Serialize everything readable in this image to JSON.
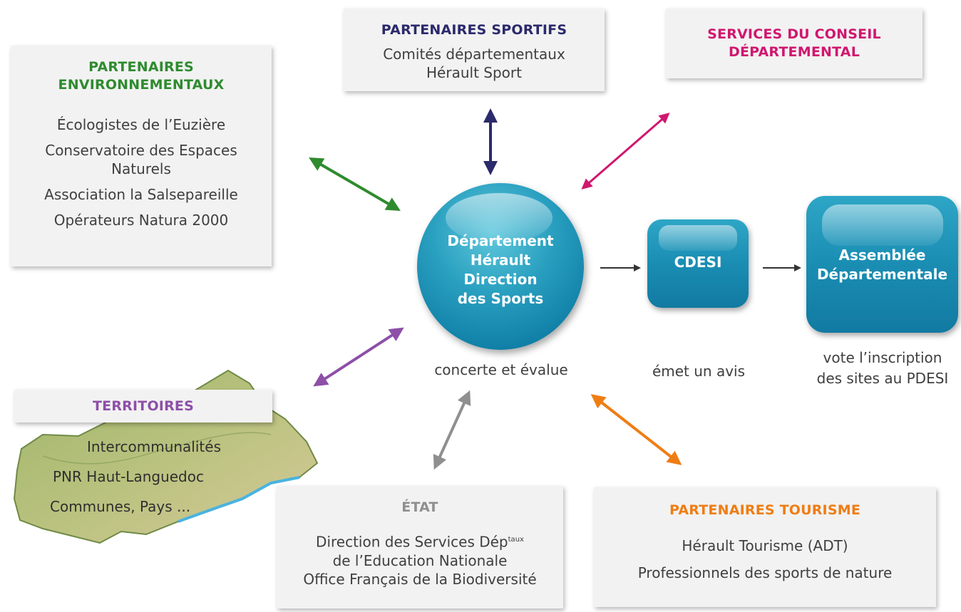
{
  "colors": {
    "environment": "#2e8b2e",
    "sport": "#2b2a6b",
    "council": "#d0176f",
    "territories": "#8e4fa8",
    "state": "#8f8f8f",
    "tourism": "#ef7d14",
    "center_blue": "#1a8db3"
  },
  "environment": {
    "title": [
      "PARTENAIRES",
      "ENVIRONNEMENTAUX"
    ],
    "items": [
      "Écologistes de l’Euzière",
      "Conservatoire des Espaces",
      "Naturels",
      "Association la Salsepareille",
      "Opérateurs Natura 2000"
    ]
  },
  "sport": {
    "title": "PARTENAIRES SPORTIFS",
    "items": [
      "Comités départementaux",
      "Hérault Sport"
    ]
  },
  "council": {
    "title": [
      "SERVICES DU CONSEIL",
      "DÉPARTEMENTAL"
    ]
  },
  "center": {
    "label": [
      "Département",
      "Hérault",
      "Direction",
      "des Sports"
    ],
    "caption": "concerte et évalue"
  },
  "cdesi": {
    "label": "CDESI",
    "caption": "émet un avis"
  },
  "assembly": {
    "label": [
      "Assemblée",
      "Départementale"
    ],
    "caption": [
      "vote l’inscription",
      "des sites au PDESI"
    ]
  },
  "territories": {
    "title": "TERRITOIRES",
    "items": [
      "Intercommunalités",
      "PNR Haut-Languedoc",
      "Communes, Pays ..."
    ]
  },
  "state": {
    "title": "ÉTAT",
    "items": [
      "Direction des Services Dép",
      "taux",
      "de l’Education Nationale",
      "Office Français de la Biodiversité"
    ]
  },
  "tourism": {
    "title": "PARTENAIRES TOURISME",
    "items": [
      "Hérault Tourisme (ADT)",
      "Professionnels des sports de nature"
    ]
  }
}
